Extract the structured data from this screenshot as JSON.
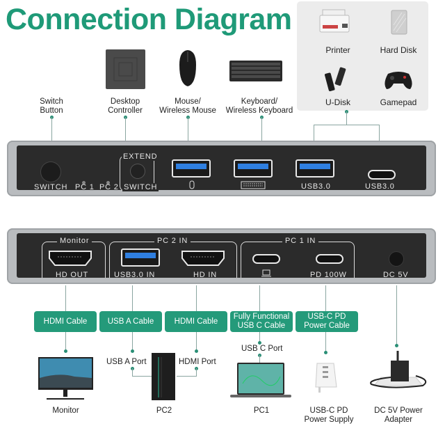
{
  "title": "Connection Diagram",
  "colors": {
    "accent": "#1f9a78",
    "cable_label_bg": "#249a7a",
    "connector_line": "#8aa5a0",
    "device_body": "#2b2b2b",
    "usb_blue": "#2f7fe0"
  },
  "peripherals": [
    {
      "label": "Printer",
      "icon": "printer-icon"
    },
    {
      "label": "Hard Disk",
      "icon": "hard-disk-icon"
    },
    {
      "label": "U-Disk",
      "icon": "usb-drive-icon"
    },
    {
      "label": "Gamepad",
      "icon": "gamepad-icon"
    }
  ],
  "top_labels": [
    {
      "label": "Switch\nButton"
    },
    {
      "label": "Desktop\nController",
      "icon": "desktop-controller-icon"
    },
    {
      "label": "Mouse/\nWireless Mouse",
      "icon": "mouse-icon"
    },
    {
      "label": "Keyboard/\nWireless Keyboard",
      "icon": "keyboard-icon"
    }
  ],
  "front_panel": {
    "switch": "SWITCH",
    "pc1": "PC 1",
    "pc2": "PC 2",
    "extend": "EXTEND",
    "extend_switch": "SWITCH",
    "usb_a_3": "USB3.0",
    "usb_c": "USB3.0"
  },
  "rear_panel": {
    "monitor_group": "Monitor",
    "pc2_group": "PC 2 IN",
    "pc1_group": "PC 1 IN",
    "hd_out": "HD OUT",
    "usb_in": "USB3.0 IN",
    "hd_in": "HD IN",
    "pd": "PD 100W",
    "dc": "DC 5V"
  },
  "cables": [
    "HDMI Cable",
    "USB A Cable",
    "HDMI Cable",
    "Fully Functional\nUSB C Cable",
    "USB-C PD\nPower Cable"
  ],
  "port_labels": {
    "usb_a_port": "USB A Port",
    "hdmi_port": "HDMI Port",
    "usb_c_port": "USB C Port"
  },
  "bottom_devices": [
    {
      "label": "Monitor",
      "icon": "monitor-icon"
    },
    {
      "label": "PC2",
      "icon": "desktop-tower-icon"
    },
    {
      "label": "PC1",
      "icon": "laptop-icon"
    },
    {
      "label": "USB-C PD\nPower Supply",
      "icon": "charger-icon"
    },
    {
      "label": "DC 5V Power\nAdapter",
      "icon": "power-adapter-icon"
    }
  ]
}
